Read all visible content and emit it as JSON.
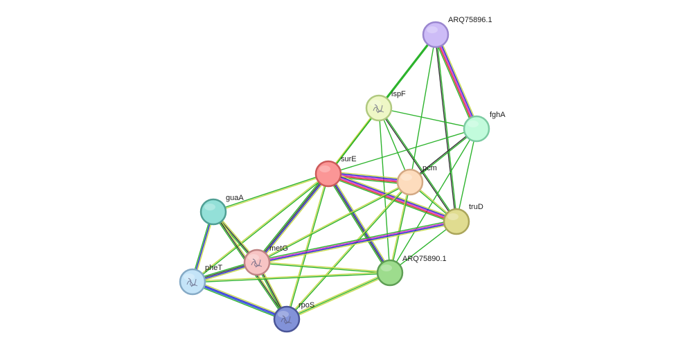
{
  "network": {
    "nodes": [
      {
        "id": "ARQ75896.1",
        "label": "ARQ75896.1",
        "color": "#cdbcf7",
        "stroke": "#9a86cf",
        "icon": "none"
      },
      {
        "id": "ispF",
        "label": "ispF",
        "color": "#eef7c6",
        "stroke": "#b0c980",
        "icon": "protein-structure-icon"
      },
      {
        "id": "fghA",
        "label": "fghA",
        "color": "#c2fbdc",
        "stroke": "#7ccba2",
        "icon": "none"
      },
      {
        "id": "surE",
        "label": "surE",
        "color": "#fb9696",
        "stroke": "#cc5a5a",
        "icon": "none"
      },
      {
        "id": "pcm",
        "label": "pcm",
        "color": "#fddcbd",
        "stroke": "#d3a883",
        "icon": "none"
      },
      {
        "id": "truD",
        "label": "truD",
        "color": "#e0dc90",
        "stroke": "#aaa55a",
        "icon": "none"
      },
      {
        "id": "guaA",
        "label": "guaA",
        "color": "#93e0d8",
        "stroke": "#4f9f94",
        "icon": "none"
      },
      {
        "id": "metG",
        "label": "metG",
        "color": "#f7c4c4",
        "stroke": "#c08383",
        "icon": "protein-structure-icon"
      },
      {
        "id": "ARQ75890.1",
        "label": "ARQ75890.1",
        "color": "#9ddc8d",
        "stroke": "#5e9e54",
        "icon": "none"
      },
      {
        "id": "pheT",
        "label": "pheT",
        "color": "#c4e4f8",
        "stroke": "#85aac6",
        "icon": "protein-structure-icon"
      },
      {
        "id": "rpoS",
        "label": "rpoS",
        "color": "#8292d8",
        "stroke": "#4a5597",
        "icon": "protein-structure-icon"
      }
    ],
    "edge_colors": {
      "textmining": "#c7d94b",
      "coexpression": "#333333",
      "database": "#2222cc",
      "experiments": "#cc22cc",
      "neighborhood": "#2cb32c",
      "fusion": "#dd2222",
      "cooccurrence": "#1f3fdd"
    },
    "edges": [
      {
        "source": "ARQ75896.1",
        "target": "fghA",
        "channels": [
          "textmining",
          "database",
          "experiments",
          "fusion",
          "neighborhood"
        ]
      },
      {
        "source": "ARQ75896.1",
        "target": "ispF",
        "channels": [
          "neighborhood",
          "neighborhood"
        ]
      },
      {
        "source": "ARQ75896.1",
        "target": "surE",
        "channels": [
          "neighborhood"
        ]
      },
      {
        "source": "ARQ75896.1",
        "target": "pcm",
        "channels": [
          "neighborhood"
        ]
      },
      {
        "source": "ARQ75896.1",
        "target": "truD",
        "channels": [
          "neighborhood",
          "coexpression"
        ]
      },
      {
        "source": "ispF",
        "target": "surE",
        "channels": [
          "neighborhood",
          "textmining"
        ]
      },
      {
        "source": "ispF",
        "target": "fghA",
        "channels": [
          "neighborhood"
        ]
      },
      {
        "source": "ispF",
        "target": "pcm",
        "channels": [
          "neighborhood"
        ]
      },
      {
        "source": "ispF",
        "target": "truD",
        "channels": [
          "neighborhood",
          "coexpression"
        ]
      },
      {
        "source": "ispF",
        "target": "ARQ75890.1",
        "channels": [
          "neighborhood"
        ]
      },
      {
        "source": "fghA",
        "target": "surE",
        "channels": [
          "neighborhood"
        ]
      },
      {
        "source": "fghA",
        "target": "pcm",
        "channels": [
          "neighborhood",
          "coexpression"
        ]
      },
      {
        "source": "fghA",
        "target": "truD",
        "channels": [
          "neighborhood"
        ]
      },
      {
        "source": "fghA",
        "target": "ARQ75890.1",
        "channels": [
          "neighborhood"
        ]
      },
      {
        "source": "surE",
        "target": "pcm",
        "channels": [
          "textmining",
          "database",
          "experiments",
          "fusion",
          "neighborhood"
        ]
      },
      {
        "source": "surE",
        "target": "truD",
        "channels": [
          "textmining",
          "database",
          "experiments",
          "fusion",
          "neighborhood"
        ]
      },
      {
        "source": "surE",
        "target": "ARQ75890.1",
        "channels": [
          "textmining",
          "database",
          "coexpression",
          "neighborhood"
        ]
      },
      {
        "source": "surE",
        "target": "guaA",
        "channels": [
          "textmining",
          "neighborhood"
        ]
      },
      {
        "source": "surE",
        "target": "metG",
        "channels": [
          "textmining",
          "database",
          "coexpression",
          "neighborhood"
        ]
      },
      {
        "source": "surE",
        "target": "pheT",
        "channels": [
          "neighborhood",
          "textmining"
        ]
      },
      {
        "source": "surE",
        "target": "rpoS",
        "channels": [
          "neighborhood",
          "textmining"
        ]
      },
      {
        "source": "pcm",
        "target": "truD",
        "channels": [
          "textmining",
          "neighborhood"
        ]
      },
      {
        "source": "pcm",
        "target": "ARQ75890.1",
        "channels": [
          "neighborhood",
          "textmining"
        ]
      },
      {
        "source": "pcm",
        "target": "rpoS",
        "channels": [
          "neighborhood",
          "textmining"
        ]
      },
      {
        "source": "pcm",
        "target": "metG",
        "channels": [
          "neighborhood",
          "textmining"
        ]
      },
      {
        "source": "truD",
        "target": "metG",
        "channels": [
          "textmining",
          "database",
          "experiments",
          "neighborhood"
        ]
      },
      {
        "source": "truD",
        "target": "ARQ75890.1",
        "channels": [
          "neighborhood"
        ]
      },
      {
        "source": "guaA",
        "target": "metG",
        "channels": [
          "textmining",
          "coexpression",
          "neighborhood"
        ]
      },
      {
        "source": "guaA",
        "target": "pheT",
        "channels": [
          "textmining",
          "database",
          "neighborhood"
        ]
      },
      {
        "source": "guaA",
        "target": "rpoS",
        "channels": [
          "textmining",
          "coexpression",
          "neighborhood"
        ]
      },
      {
        "source": "metG",
        "target": "pheT",
        "channels": [
          "textmining",
          "database",
          "coexpression",
          "neighborhood"
        ]
      },
      {
        "source": "metG",
        "target": "rpoS",
        "channels": [
          "textmining",
          "coexpression",
          "neighborhood"
        ]
      },
      {
        "source": "metG",
        "target": "ARQ75890.1",
        "channels": [
          "textmining",
          "neighborhood"
        ]
      },
      {
        "source": "pheT",
        "target": "rpoS",
        "channels": [
          "textmining",
          "database",
          "cooccurrence",
          "neighborhood"
        ]
      },
      {
        "source": "pheT",
        "target": "ARQ75890.1",
        "channels": [
          "textmining",
          "neighborhood"
        ]
      },
      {
        "source": "rpoS",
        "target": "ARQ75890.1",
        "channels": [
          "textmining",
          "neighborhood",
          "textmining"
        ]
      }
    ]
  }
}
